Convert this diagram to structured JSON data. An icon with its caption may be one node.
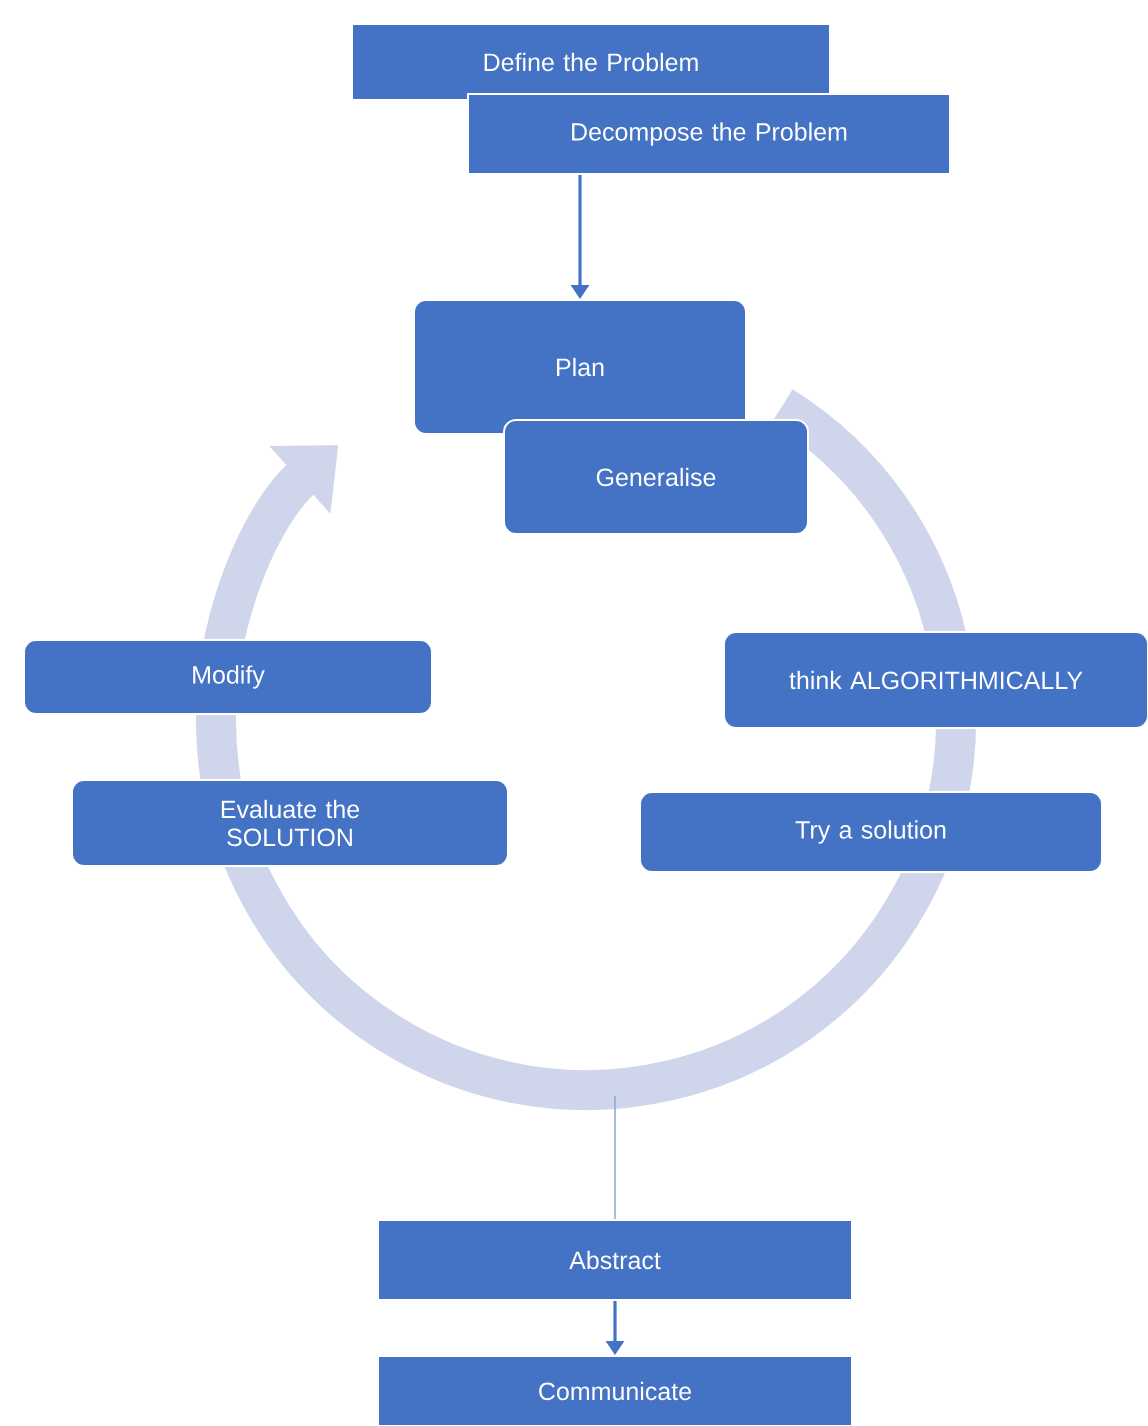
{
  "diagram": {
    "nodes": [
      {
        "text": [
          "Define the Problem"
        ]
      },
      {
        "text": [
          "Decompose the Problem"
        ]
      },
      {
        "text": [
          "Plan"
        ]
      },
      {
        "text": [
          "Generalise"
        ]
      },
      {
        "text": [
          "think ALGORITHMICALLY"
        ]
      },
      {
        "text": [
          "Try a solution"
        ]
      },
      {
        "text": [
          "Evaluate the SOLUTION"
        ]
      },
      {
        "text": [
          "Modify"
        ]
      },
      {
        "text": [
          "Abstract"
        ]
      },
      {
        "text": [
          "Communicate"
        ]
      }
    ],
    "edges": [
      {
        "from": 1,
        "to": 2,
        "arrow": "to"
      },
      {
        "from": null,
        "to": 8,
        "arrow": "none",
        "color": "#8eaadb"
      },
      {
        "from": 8,
        "to": 9,
        "arrow": "to"
      }
    ]
  }
}
